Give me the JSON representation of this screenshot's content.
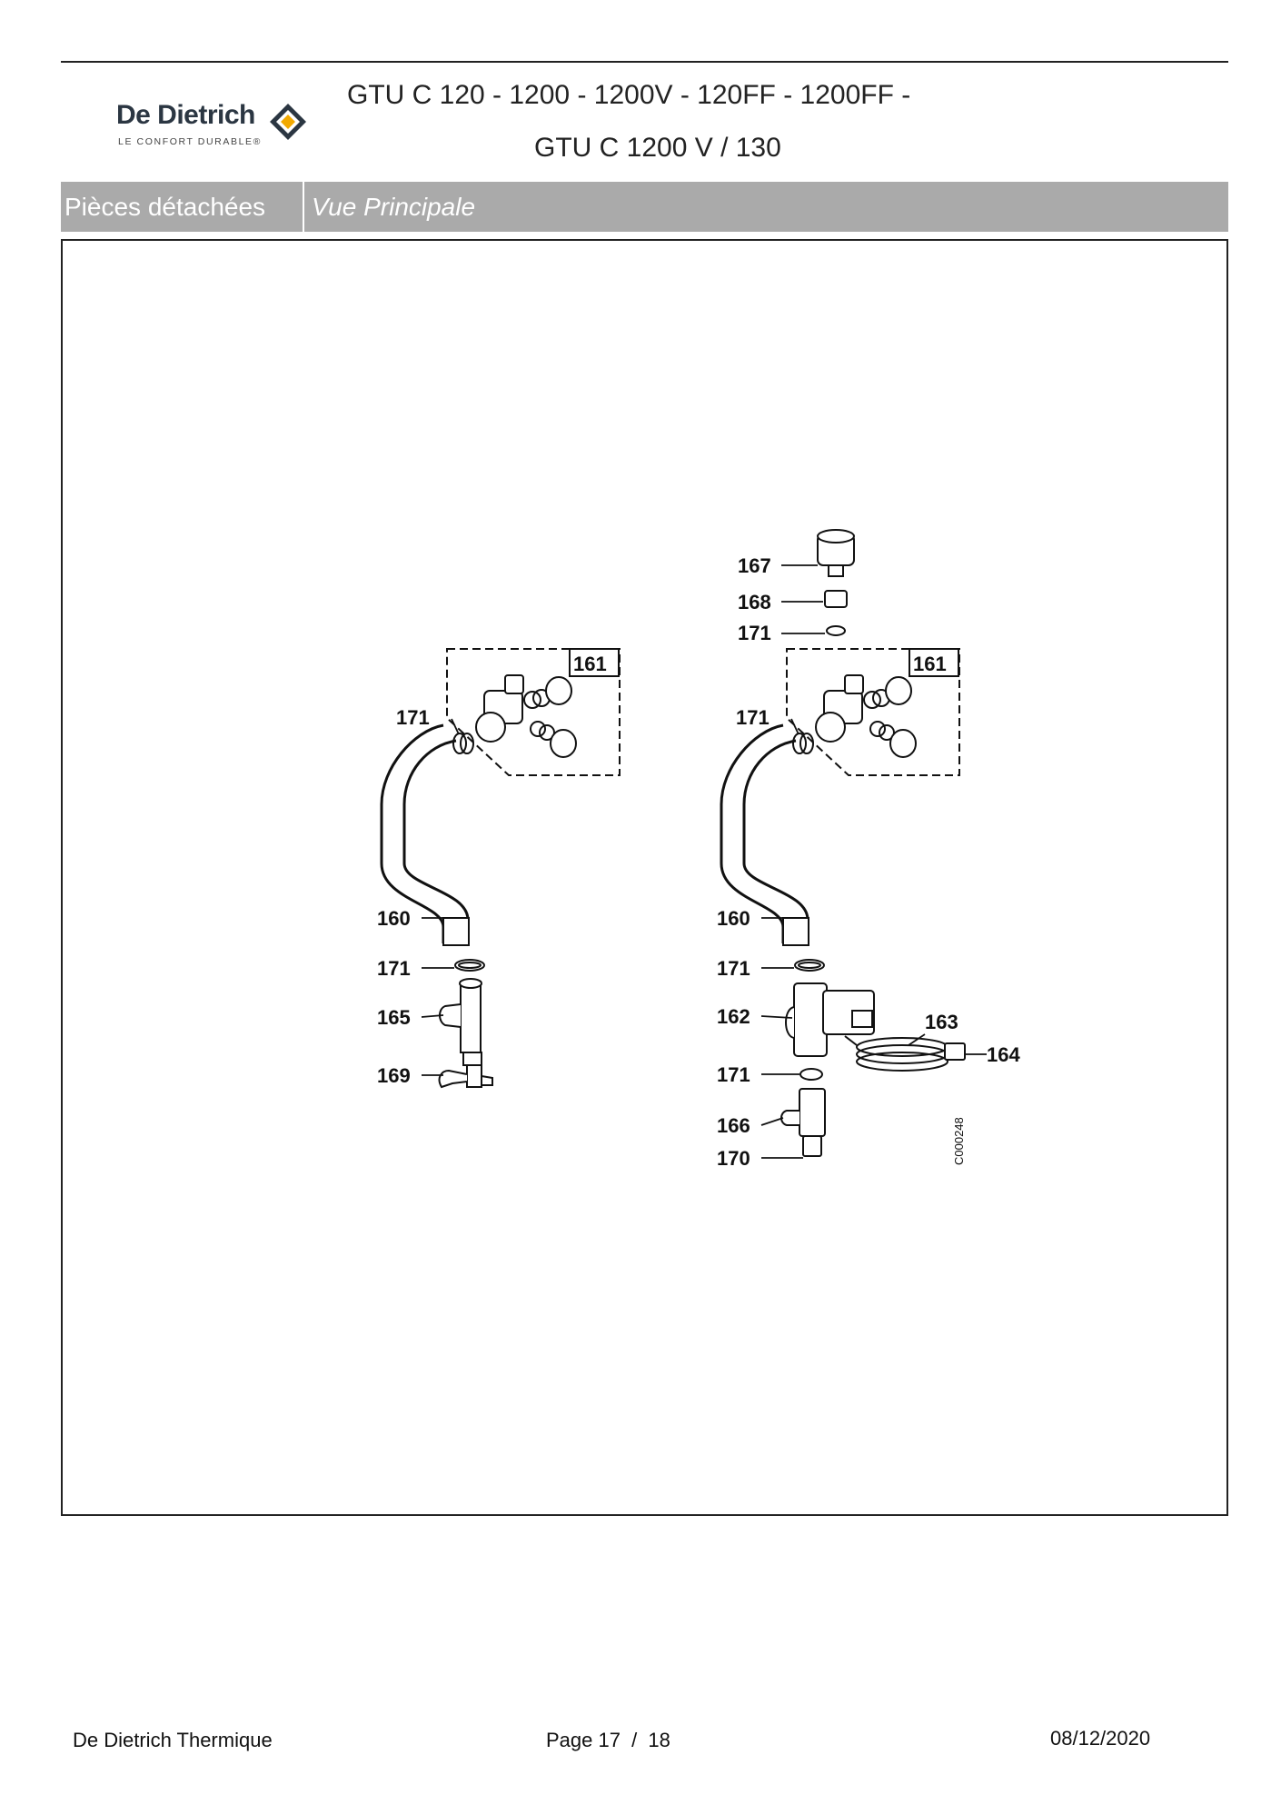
{
  "header": {
    "logo": {
      "brand": "De Dietrich",
      "tagline": "LE CONFORT DURABLE®"
    },
    "title_line1": "GTU C 120 - 1200 - 1200V - 120FF - 1200FF -",
    "title_line2": "GTU C 1200 V / 130"
  },
  "section_bar": {
    "category": "Pièces détachées",
    "view": "Vue Principale"
  },
  "diagram": {
    "drawing_code": "C000248",
    "left_assembly": {
      "callouts": [
        "161",
        "171",
        "160",
        "171",
        "165",
        "169"
      ]
    },
    "right_assembly": {
      "callouts": [
        "167",
        "168",
        "171",
        "161",
        "171",
        "160",
        "171",
        "162",
        "163",
        "164",
        "171",
        "166",
        "170"
      ]
    }
  },
  "footer": {
    "company": "De Dietrich Thermique",
    "page_label": "Page",
    "page_current": "17",
    "page_separator": "/",
    "page_total": "18",
    "date": "08/12/2020"
  },
  "colors": {
    "section_bar": "#aaaaaa",
    "logo_text": "#2b3642",
    "logo_mark": "#f2a900"
  }
}
